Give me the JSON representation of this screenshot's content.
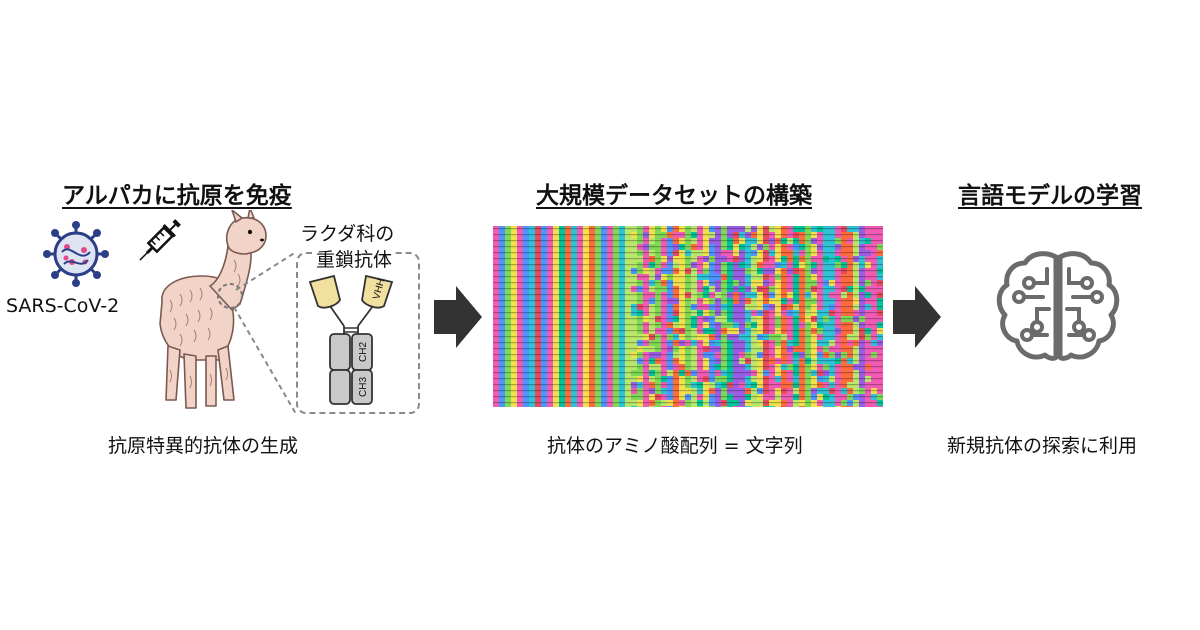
{
  "sections": [
    {
      "title": "アルパカに抗原を免疫",
      "caption": "抗原特異的抗体の生成"
    },
    {
      "title": "大規模データセットの構築",
      "caption": "抗体のアミノ酸配列 = 文字列"
    },
    {
      "title": "言語モデルの学習",
      "caption": "新規抗体の探索に利用"
    }
  ],
  "virus_label": "SARS-CoV-2",
  "antibody_title_line1": "ラクダ科の",
  "antibody_title_line2": "重鎖抗体",
  "domain_labels": {
    "vhh": "VHH",
    "ch2": "CH2",
    "ch3": "CH3"
  },
  "colors": {
    "arrow": "#333333",
    "brain_icon": "#6b6b6b",
    "vhh_fill": "#f1e0a0",
    "constant_fill": "#c9c9c9"
  }
}
